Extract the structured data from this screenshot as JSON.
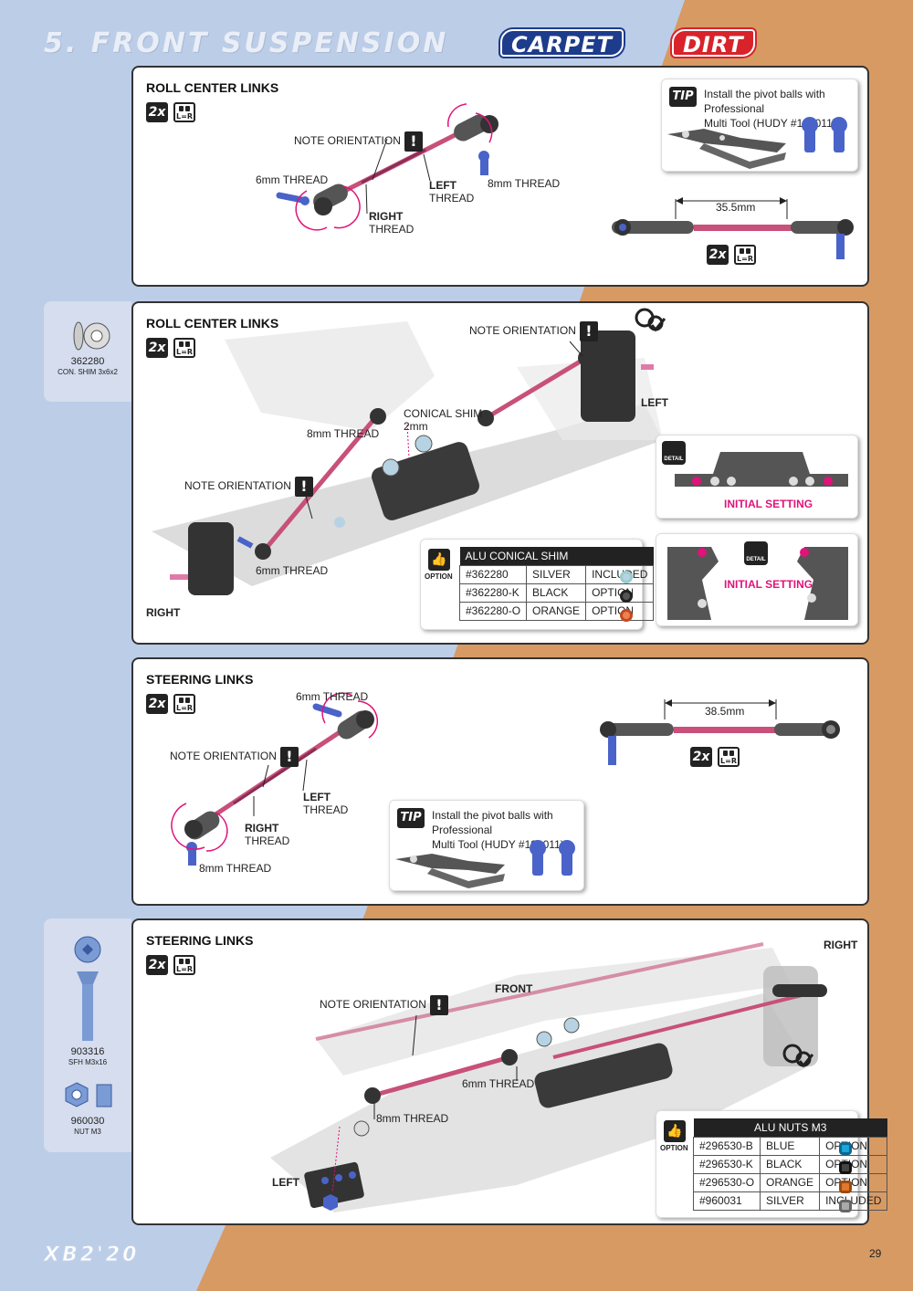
{
  "header": {
    "section_title": "5. FRONT SUSPENSION",
    "badge_carpet": "CARPET",
    "badge_dirt": "DIRT"
  },
  "colors": {
    "accent_pink": "#e0137a",
    "rod_pink": "#c8507a",
    "part_blue": "#4a63c9",
    "carpet_blue": "#1e3c8c",
    "dirt_red": "#d8232a",
    "bg_blue": "#bccde8",
    "bg_orange": "#d79a63"
  },
  "step1": {
    "title": "ROLL CENTER LINKS",
    "qty": "2x",
    "lr": "L=R",
    "note_orientation": "NOTE ORIENTATION",
    "warn_symbol": "!",
    "thread_6mm": "6mm THREAD",
    "thread_8mm": "8mm THREAD",
    "left_thread": {
      "initial": "L",
      "rest": "EFT",
      "sub": "THREAD"
    },
    "right_thread": {
      "initial": "R",
      "rest": "IGHT",
      "sub": "THREAD"
    },
    "tip": {
      "tag": "TIP",
      "line1": "Install the pivot balls with Professional",
      "line2": "Multi Tool (HUDY #183011)"
    },
    "measurement": "35.5mm",
    "qty2": "2x",
    "lr2": "L=R"
  },
  "side1": {
    "part_no": "362280",
    "part_desc": "CON. SHIM 3x6x2"
  },
  "step2": {
    "title": "ROLL CENTER LINKS",
    "qty": "2x",
    "lr": "L=R",
    "note_orientation_top": "NOTE ORIENTATION",
    "note_orientation_mid": "NOTE ORIENTATION",
    "warn_symbol": "!",
    "left": {
      "initial": "L",
      "rest": "EFT"
    },
    "right": {
      "initial": "R",
      "rest": "IGHT"
    },
    "conical_shim": "CONICAL SHIM",
    "conical_shim_size": "2mm",
    "thread_8mm": "8mm THREAD",
    "thread_6mm": "6mm THREAD",
    "detail_label": "DETAIL",
    "initial_setting_1": "INITIAL SETTING",
    "initial_setting_2": "INITIAL SETTING",
    "option": {
      "thumb": "👍",
      "tag": "OPTION",
      "header": "ALU CONICAL SHIM",
      "rows": [
        [
          "#362280",
          "SILVER",
          "INCLUDED"
        ],
        [
          "#362280-K",
          "BLACK",
          "OPTION"
        ],
        [
          "#362280-O",
          "ORANGE",
          "OPTION"
        ]
      ],
      "swatches": [
        "#b7d3e3",
        "#333333",
        "#e8703a"
      ]
    }
  },
  "step3": {
    "title": "STEERING LINKS",
    "qty": "2x",
    "lr": "L=R",
    "thread_6mm": "6mm THREAD",
    "thread_8mm": "8mm THREAD",
    "note_orientation": "NOTE ORIENTATION",
    "warn_symbol": "!",
    "left_thread": {
      "initial": "L",
      "rest": "EFT",
      "sub": "THREAD"
    },
    "right_thread": {
      "initial": "R",
      "rest": "IGHT",
      "sub": "THREAD"
    },
    "measurement": "38.5mm",
    "qty2": "2x",
    "lr2": "L=R",
    "tip": {
      "tag": "TIP",
      "line1": "Install the pivot balls with Professional",
      "line2": "Multi Tool (HUDY #183011)"
    }
  },
  "side2": {
    "part1_no": "903316",
    "part1_desc": "SFH M3x16",
    "part2_no": "960030",
    "part2_desc": "NUT M3"
  },
  "step4": {
    "title": "STEERING LINKS",
    "qty": "2x",
    "lr": "L=R",
    "right": {
      "initial": "R",
      "rest": "IGHT"
    },
    "front": {
      "initial": "F",
      "rest": "RONT"
    },
    "left": {
      "initial": "L",
      "rest": "EFT"
    },
    "note_orientation": "NOTE ORIENTATION",
    "warn_symbol": "!",
    "thread_6mm": "6mm THREAD",
    "thread_8mm": "8mm THREAD",
    "option": {
      "thumb": "👍",
      "tag": "OPTION",
      "header": "ALU NUTS M3",
      "rows": [
        [
          "#296530-B",
          "BLUE",
          "OPTION"
        ],
        [
          "#296530-K",
          "BLACK",
          "OPTION"
        ],
        [
          "#296530-O",
          "ORANGE",
          "OPTION"
        ],
        [
          "#960031",
          "SILVER",
          "INCLUDED"
        ]
      ],
      "swatches": [
        "#1aa6d6",
        "#333333",
        "#e0782d",
        "#aaaaaa"
      ]
    }
  },
  "footer": {
    "logo": "XB2'20",
    "page_number": "29"
  }
}
